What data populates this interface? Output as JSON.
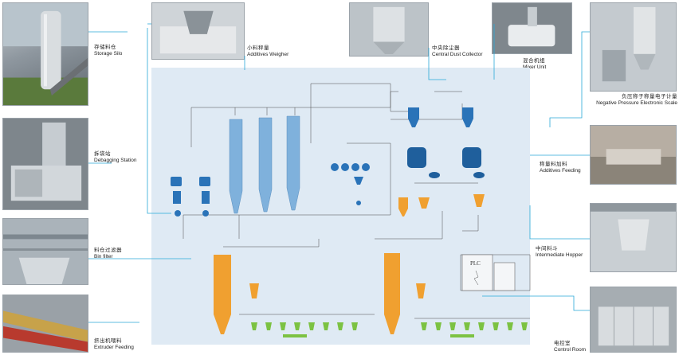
{
  "captions": {
    "storage_silo": {
      "zh": "存储料仓",
      "en": "Storage Silo"
    },
    "debagging_station": {
      "zh": "拆袋站",
      "en": "Debagging Station"
    },
    "bin_filter": {
      "zh": "料仓过滤器",
      "en": "Bin filter"
    },
    "extruder_feeding": {
      "zh": "挤出机喂料",
      "en": "Extruder Feeding"
    },
    "additives_weigher": {
      "zh": "小料秤量",
      "en": "Additives Weigher"
    },
    "central_dust_collector": {
      "zh": "中央除尘器",
      "en": "Central Dust Collector"
    },
    "mixer_unit": {
      "zh": "混合机组",
      "en": "Mixer Unit"
    },
    "negative_pressure_scale": {
      "zh": "负压称子称量电子计量",
      "en": "Negative Pressure Electronic Scale"
    },
    "additives_feeding": {
      "zh": "称量料加料",
      "en": "Additives Feeding"
    },
    "intermediate_hopper": {
      "zh": "中间料斗",
      "en": "Intermediate Hopper"
    },
    "control_room": {
      "zh": "电控室",
      "en": "Control Room"
    }
  },
  "plc_label": "PLC",
  "colors": {
    "silo_blue": "#7fb1dc",
    "orange": "#f0a030",
    "green": "#7cc242",
    "equipment_blue": "#2a73b8",
    "wire": "#4a4a4a",
    "cyan_link": "#2aa9d8",
    "panel_bg": "#dfeaf4"
  },
  "icons": [
    "silo-photo",
    "debagging-photo",
    "bin-filter-photo",
    "extruder-photo",
    "weigher-photo",
    "dust-collector-photo",
    "mixer-photo",
    "scale-photo",
    "additives-feeding-photo",
    "hopper-photo",
    "control-room-photo"
  ]
}
